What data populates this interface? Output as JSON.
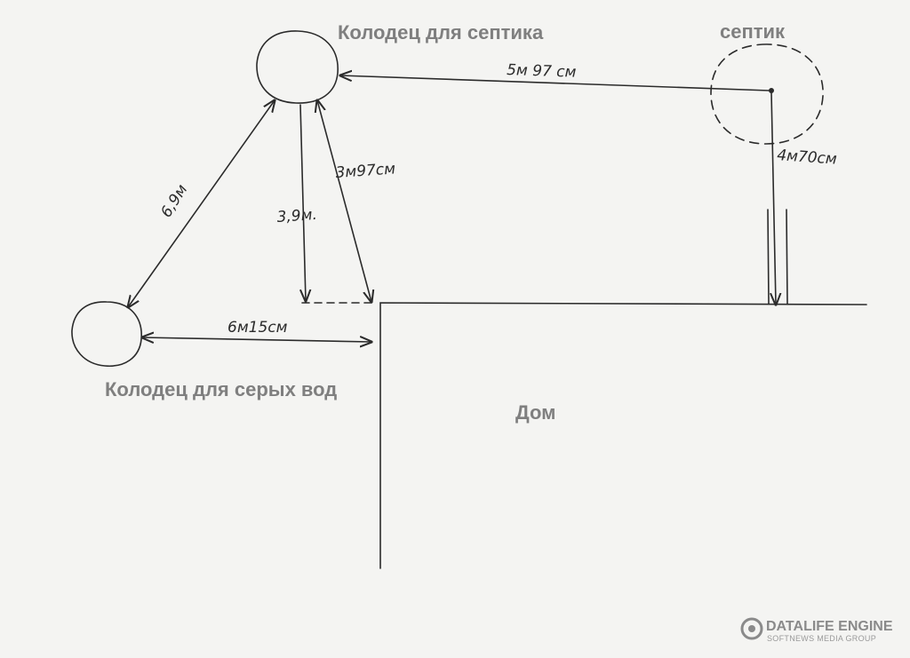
{
  "labels": {
    "septic_well": "Колодец для септика",
    "septic": "септик",
    "grey_water_well": "Колодец для серых вод",
    "house": "Дом"
  },
  "measurements": {
    "well_to_septic": "5м 97 см",
    "septic_to_house": "4м70см",
    "well_to_house_corner": "3м97см",
    "well_to_house_vertical": "3,9м.",
    "well_to_grey_well": "6,9м",
    "grey_well_to_house": "6м15см"
  },
  "watermark": {
    "title": "DATALIFE ENGINE",
    "subtitle": "SOFTNEWS MEDIA GROUP"
  }
}
